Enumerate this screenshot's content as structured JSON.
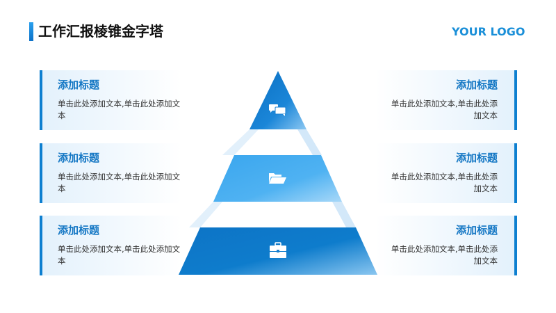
{
  "header": {
    "title": "工作汇报棱锥金字塔",
    "logo": "YOUR LOGO"
  },
  "left_cards": [
    {
      "heading": "添加标题",
      "body": "单击此处添加文本,单击此处添加文本"
    },
    {
      "heading": "添加标题",
      "body": "单击此处添加文本,单击此处添加文本"
    },
    {
      "heading": "添加标题",
      "body": "单击此处添加文本,单击此处添加文本"
    }
  ],
  "right_cards": [
    {
      "heading": "添加标题",
      "body": "单击此处添加文本,单击此处添加文本"
    },
    {
      "heading": "添加标题",
      "body": "单击此处添加文本,单击此处添加文本"
    },
    {
      "heading": "添加标题",
      "body": "单击此处添加文本,单击此处添加文本"
    }
  ],
  "pyramid": {
    "levels": [
      {
        "icon": "chat-bubbles-icon"
      },
      {
        "icon": "folder-icon"
      },
      {
        "icon": "briefcase-icon"
      }
    ]
  },
  "colors": {
    "accent": "#0d7fd0",
    "logo": "#1a8fd8",
    "heading": "#1477c4"
  }
}
